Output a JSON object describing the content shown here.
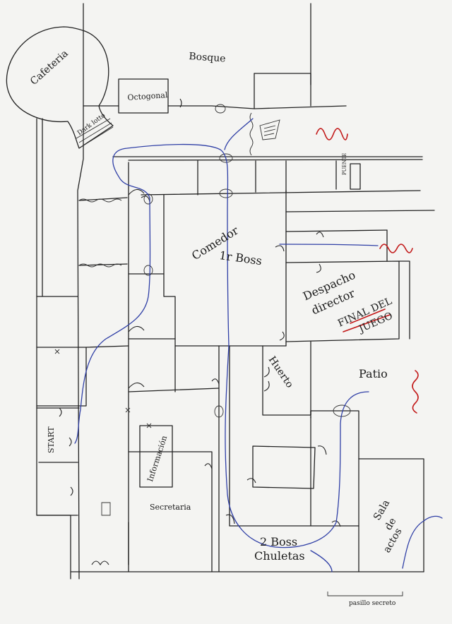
{
  "labels": {
    "cafeteria": "Cafeteria",
    "bosque": "Bosque",
    "octogonal": "Octogonal",
    "dark_lotto": "Dark lotto",
    "comedor": "Comedor",
    "boss1": "1r Boss",
    "despacho": "Despacho",
    "director": "director",
    "final_del": "FINAL DEL",
    "juego": "JUEGO",
    "huerto": "Huerto",
    "patio": "Patio",
    "start": "START",
    "informacion": "Información",
    "secretaria": "Secretaria",
    "boss2": "2 Boss",
    "chuletas": "Chuletas",
    "sala": "Sala",
    "de": "de",
    "actos": "actos",
    "pasillo_secreto": "pasillo secreto",
    "puente": "PUENTE"
  },
  "colors": {
    "route": "#2f3fa6",
    "danger": "#c21818",
    "ink": "#222222",
    "paper": "#f4f4f2"
  }
}
